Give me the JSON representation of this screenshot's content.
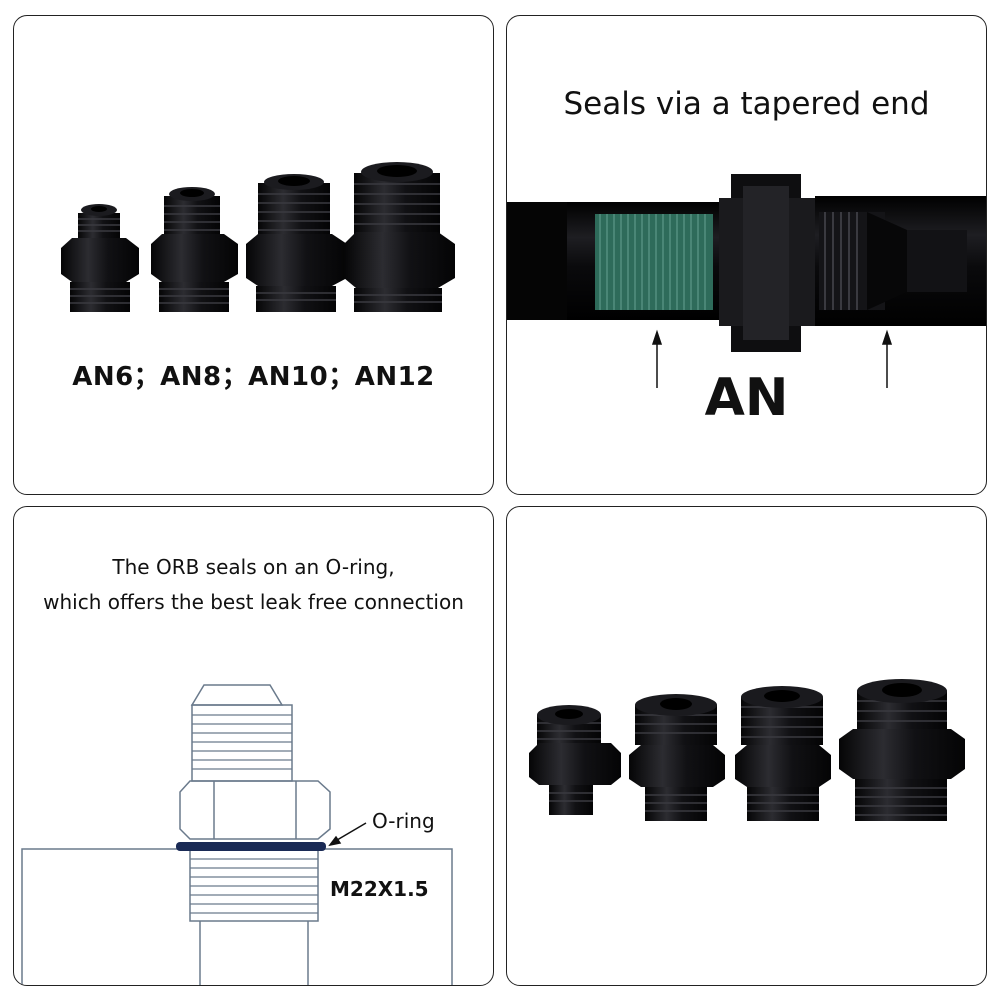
{
  "panels": {
    "sizes": {
      "label": "AN6；AN8；AN10；AN12"
    },
    "an_seal": {
      "title": "Seals via a tapered end",
      "label": "AN"
    },
    "orb_seal": {
      "line1": "The ORB seals on an O-ring,",
      "line2": "which offers the best leak free connection",
      "oring_label": "O-ring",
      "thread_label": "M22X1.5"
    }
  },
  "colors": {
    "fitting": "#141416",
    "thread_seal": "#2e6b5a",
    "oring": "#1a2a55",
    "drawing": "#6a7a8c"
  }
}
